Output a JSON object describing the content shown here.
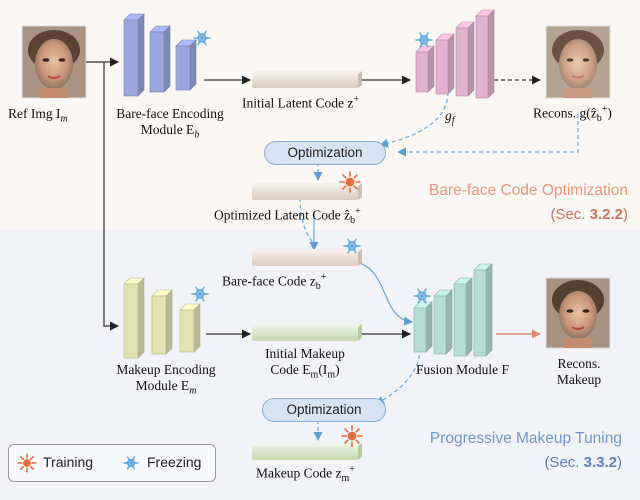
{
  "sections": {
    "top": {
      "title": "Bare-face Code Optimization",
      "ref_prefix": "(Sec. ",
      "ref_num": "3.2.2",
      "ref_suffix": ")",
      "color": "#e8957a",
      "ref_color": "#c9735a"
    },
    "bottom": {
      "title": "Progressive Makeup Tuning",
      "ref_prefix": "(Sec. ",
      "ref_num": "3.3.2",
      "ref_suffix": ")",
      "color": "#6f95cf",
      "ref_color": "#5a80bf"
    }
  },
  "labels": {
    "ref_img": "Ref Img I",
    "ref_img_sub": "m",
    "bare_enc_line1": "Bare-face Encoding",
    "bare_enc_line2": "Module E",
    "bare_enc_sub": "b",
    "initial_latent": "Initial Latent Code z",
    "initial_latent_sup": "+",
    "gf": "g",
    "gf_sub": "f",
    "recons_g": "Recons. g(ẑ",
    "recons_g_sub": "b",
    "recons_g_sup": "+",
    "recons_g_end": ")",
    "optimized_latent": "Optimized Latent Code ẑ",
    "optimized_latent_sub": "b",
    "optimized_latent_sup": "+",
    "bare_code": "Bare-face Code z",
    "bare_code_sub": "b",
    "bare_code_sup": "+",
    "makeup_enc_line1": "Makeup Encoding",
    "makeup_enc_line2": "Module E",
    "makeup_enc_sub": "m",
    "initial_makeup_line1": "Initial Makeup",
    "initial_makeup_line2": "Code E",
    "initial_makeup_sub": "m",
    "initial_makeup_end": "(I",
    "initial_makeup_sub2": "m",
    "initial_makeup_close": ")",
    "fusion": "Fusion Module F",
    "recons_makeup_line1": "Recons.",
    "recons_makeup_line2": "Makeup",
    "makeup_code": "Makeup Code z",
    "makeup_code_sub": "m",
    "makeup_code_sup": "+"
  },
  "pills": {
    "opt_top": "Optimization",
    "opt_bottom": "Optimization"
  },
  "legend": {
    "training": "Training",
    "freezing": "Freezing"
  },
  "colors": {
    "bare_encoder": "#9aa6dc",
    "gf_module": "#e3b2cf",
    "makeup_encoder": "#e2e3b3",
    "fusion": "#b5dcd6",
    "latent_bar": "#ece1d8",
    "makeup_bar": "#dce9cb",
    "snowflake": "#5fa8de",
    "sun": "#e86b3b",
    "arrow_blue": "#6fa8dc"
  }
}
